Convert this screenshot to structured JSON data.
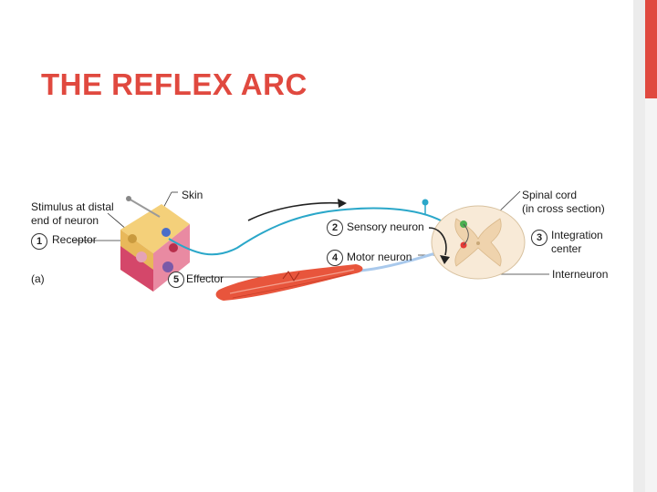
{
  "slide": {
    "title": "THE REFLEX ARC"
  },
  "diagram": {
    "stimulus_label": "Stimulus at distal\nend of neuron",
    "skin_label": "Skin",
    "spinal_cord_label": "Spinal cord\n(in cross section)",
    "steps": [
      {
        "number": "1",
        "label": "Receptor"
      },
      {
        "number": "2",
        "label": "Sensory neuron"
      },
      {
        "number": "3",
        "label": "Integration\ncenter"
      },
      {
        "number": "4",
        "label": "Motor neuron"
      },
      {
        "number": "5",
        "label": "Effector"
      }
    ],
    "interneuron_label": "Interneuron",
    "panel_label": "(a)"
  },
  "colors": {
    "title": "#e0493f",
    "accent_bar": "#e0493f",
    "sensory_neuron": "#2aa7c9",
    "motor_neuron": "#a9c9ec",
    "muscle": "#e8553c"
  }
}
